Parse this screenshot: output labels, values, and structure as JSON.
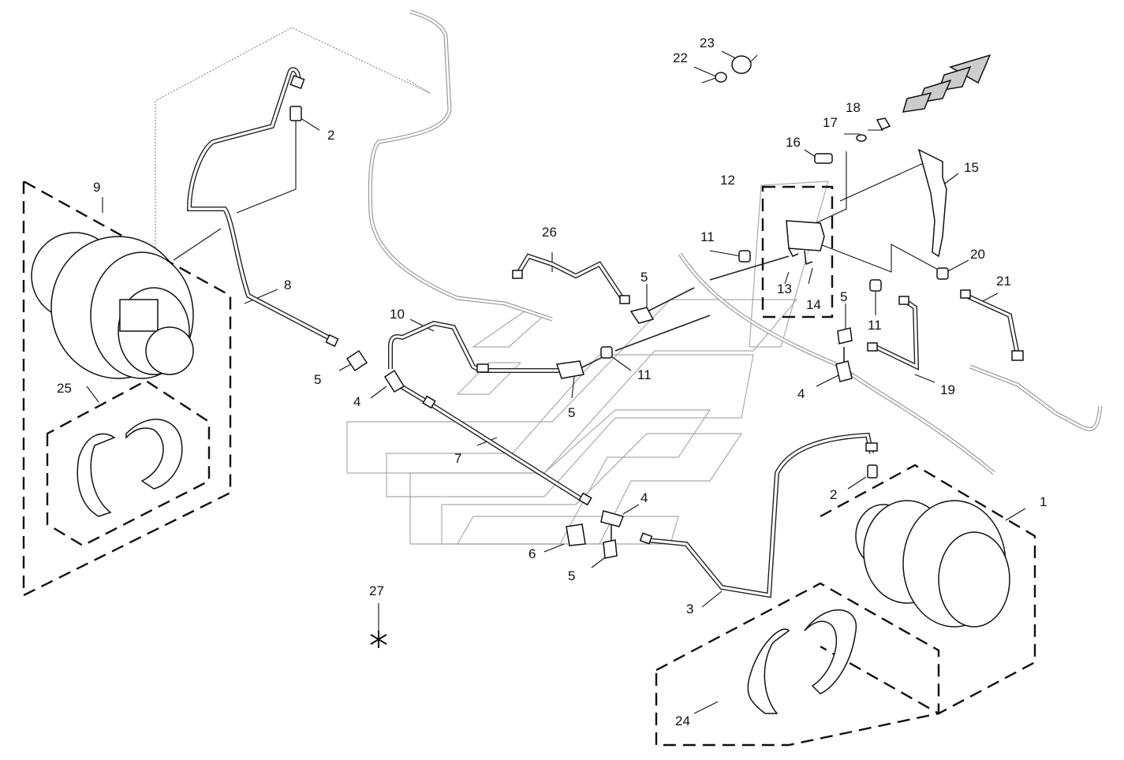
{
  "labels": {
    "p1": "1",
    "p2a": "2",
    "p2b": "2",
    "p3": "3",
    "p4a": "4",
    "p4b": "4",
    "p4c": "4",
    "p5a": "5",
    "p5b": "5",
    "p5c": "5",
    "p5d": "5",
    "p5e": "5",
    "p6": "6",
    "p7": "7",
    "p8": "8",
    "p9": "9",
    "p10": "10",
    "p11a": "11",
    "p11b": "11",
    "p11c": "11",
    "p12": "12",
    "p13": "13",
    "p14": "14",
    "p15": "15",
    "p16": "16",
    "p17": "17",
    "p18": "18",
    "p19": "19",
    "p20": "20",
    "p21": "21",
    "p22": "22",
    "p23": "23",
    "p24": "24",
    "p25": "25",
    "p26": "26",
    "p27": "27"
  }
}
